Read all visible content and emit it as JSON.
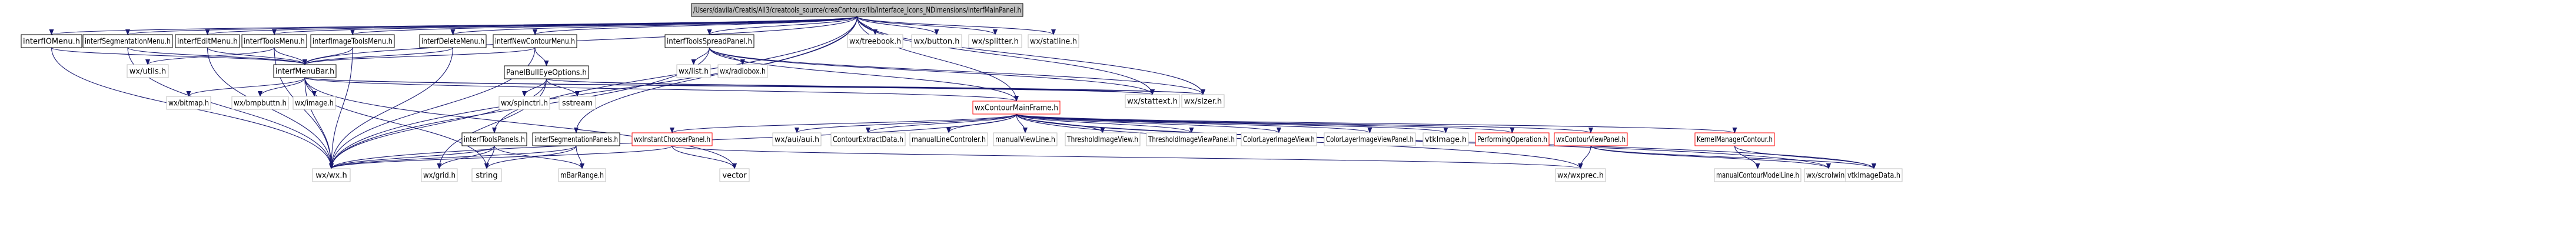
{
  "graph": {
    "colors": {
      "edge": "#191970",
      "root_fill": "#bfbfbf",
      "node_fill": "#ffffff",
      "node_border_black": "#000000",
      "node_border_grey": "#bfbfbf",
      "node_border_red": "#ff0000",
      "text": "#000000"
    },
    "nodes": [
      {
        "id": "root",
        "label": "/Users/davila/Creatis/All3/creatools_source/creaContours/lib/Interface_Icons_NDimensions/interfMainPanel.h",
        "style": "root"
      },
      {
        "id": "io",
        "label": "interfIOMenu.h",
        "style": "black"
      },
      {
        "id": "seg",
        "label": "interfSegmentationMenu.h",
        "style": "black"
      },
      {
        "id": "edit",
        "label": "interfEditMenu.h",
        "style": "black"
      },
      {
        "id": "tools",
        "label": "interfToolsMenu.h",
        "style": "black"
      },
      {
        "id": "imgtools",
        "label": "interfImageToolsMenu.h",
        "style": "black"
      },
      {
        "id": "delete",
        "label": "interfDeleteMenu.h",
        "style": "black"
      },
      {
        "id": "newcontour",
        "label": "interfNewContourMenu.h",
        "style": "black"
      },
      {
        "id": "spread",
        "label": "interfToolsSpreadPanel.h",
        "style": "black"
      },
      {
        "id": "treebook",
        "label": "wx/treebook.h",
        "style": "grey"
      },
      {
        "id": "button",
        "label": "wx/button.h",
        "style": "grey"
      },
      {
        "id": "splitter",
        "label": "wx/splitter.h",
        "style": "grey"
      },
      {
        "id": "statline",
        "label": "wx/statline.h",
        "style": "grey"
      },
      {
        "id": "menubar",
        "label": "interfMenuBar.h",
        "style": "black"
      },
      {
        "id": "utils",
        "label": "wx/utils.h",
        "style": "grey"
      },
      {
        "id": "list",
        "label": "wx/list.h",
        "style": "grey"
      },
      {
        "id": "radiobox",
        "label": "wx/radiobox.h",
        "style": "grey"
      },
      {
        "id": "bullseye",
        "label": "PanelBullEyeOptions.h",
        "style": "black"
      },
      {
        "id": "stattext",
        "label": "wx/stattext.h",
        "style": "grey"
      },
      {
        "id": "sizer",
        "label": "wx/sizer.h",
        "style": "grey"
      },
      {
        "id": "bitmap",
        "label": "wx/bitmap.h",
        "style": "grey"
      },
      {
        "id": "bmpbuttn",
        "label": "wx/bmpbuttn.h",
        "style": "grey"
      },
      {
        "id": "image",
        "label": "wx/image.h",
        "style": "grey"
      },
      {
        "id": "spinctrl",
        "label": "wx/spinctrl.h",
        "style": "grey"
      },
      {
        "id": "sstream",
        "label": "sstream",
        "style": "grey"
      },
      {
        "id": "mainframe",
        "label": "wxContourMainFrame.h",
        "style": "red"
      },
      {
        "id": "auiaui",
        "label": "wx/aui/aui.h",
        "style": "grey"
      },
      {
        "id": "extractdata",
        "label": "ContourExtractData.h",
        "style": "grey"
      },
      {
        "id": "linecontroler",
        "label": "manualLineControler.h",
        "style": "grey"
      },
      {
        "id": "viewline",
        "label": "manualViewLine.h",
        "style": "grey"
      },
      {
        "id": "threshview",
        "label": "ThresholdImageView.h",
        "style": "grey"
      },
      {
        "id": "threshpanel",
        "label": "ThresholdImageViewPanel.h",
        "style": "grey"
      },
      {
        "id": "colorview",
        "label": "ColorLayerImageView.h",
        "style": "grey"
      },
      {
        "id": "colorpanel",
        "label": "ColorLayerImageViewPanel.h",
        "style": "grey"
      },
      {
        "id": "vtkimage",
        "label": "vtkImage.h",
        "style": "grey"
      },
      {
        "id": "performing",
        "label": "PerformingOperation.h",
        "style": "red"
      },
      {
        "id": "viewpanel",
        "label": "wxContourViewPanel.h",
        "style": "red"
      },
      {
        "id": "kernel",
        "label": "KernelManagerContour.h",
        "style": "red"
      },
      {
        "id": "toolspanels",
        "label": "interfToolsPanels.h",
        "style": "black"
      },
      {
        "id": "segpanels",
        "label": "interfSegmentationPanels.h",
        "style": "black"
      },
      {
        "id": "chooser",
        "label": "wxInstantChooserPanel.h",
        "style": "red"
      },
      {
        "id": "wxh",
        "label": "wx/wx.h",
        "style": "grey"
      },
      {
        "id": "grid",
        "label": "wx/grid.h",
        "style": "grey"
      },
      {
        "id": "string",
        "label": "string",
        "style": "grey"
      },
      {
        "id": "mbarrange",
        "label": "mBarRange.h",
        "style": "grey"
      },
      {
        "id": "vector",
        "label": "vector",
        "style": "grey"
      },
      {
        "id": "wxvprec",
        "label": "wx/wxprec.h",
        "style": "grey"
      },
      {
        "id": "modelline",
        "label": "manualContourModelLine.h",
        "style": "grey"
      },
      {
        "id": "scrolwin",
        "label": "wx/scrolwin.h",
        "style": "grey"
      },
      {
        "id": "vtkimagedata",
        "label": "vtkImageData.h",
        "style": "grey"
      }
    ],
    "edges": [
      [
        "root",
        "io"
      ],
      [
        "root",
        "seg"
      ],
      [
        "root",
        "edit"
      ],
      [
        "root",
        "tools"
      ],
      [
        "root",
        "imgtools"
      ],
      [
        "root",
        "delete"
      ],
      [
        "root",
        "newcontour"
      ],
      [
        "root",
        "spread"
      ],
      [
        "root",
        "treebook"
      ],
      [
        "root",
        "button"
      ],
      [
        "root",
        "splitter"
      ],
      [
        "root",
        "statline"
      ],
      [
        "root",
        "wxh"
      ],
      [
        "root",
        "toolspanels"
      ],
      [
        "root",
        "segpanels"
      ],
      [
        "root",
        "mainframe"
      ],
      [
        "root",
        "menubar"
      ],
      [
        "root",
        "stattext"
      ],
      [
        "root",
        "sizer"
      ],
      [
        "io",
        "menubar"
      ],
      [
        "io",
        "wxh"
      ],
      [
        "seg",
        "menubar"
      ],
      [
        "seg",
        "wxh"
      ],
      [
        "edit",
        "menubar"
      ],
      [
        "edit",
        "wxh"
      ],
      [
        "tools",
        "menubar"
      ],
      [
        "tools",
        "wxh"
      ],
      [
        "tools",
        "utils"
      ],
      [
        "imgtools",
        "menubar"
      ],
      [
        "imgtools",
        "wxh"
      ],
      [
        "delete",
        "menubar"
      ],
      [
        "delete",
        "wxh"
      ],
      [
        "newcontour",
        "menubar"
      ],
      [
        "newcontour",
        "wxh"
      ],
      [
        "newcontour",
        "bullseye"
      ],
      [
        "spread",
        "list"
      ],
      [
        "spread",
        "radiobox"
      ],
      [
        "spread",
        "wxh"
      ],
      [
        "spread",
        "stattext"
      ],
      [
        "spread",
        "sizer"
      ],
      [
        "spread",
        "mainframe"
      ],
      [
        "menubar",
        "bitmap"
      ],
      [
        "menubar",
        "bmpbuttn"
      ],
      [
        "menubar",
        "image"
      ],
      [
        "menubar",
        "stattext"
      ],
      [
        "menubar",
        "sizer"
      ],
      [
        "menubar",
        "wxh"
      ],
      [
        "menubar",
        "string"
      ],
      [
        "menubar",
        "vector"
      ],
      [
        "menubar",
        "mainframe"
      ],
      [
        "bullseye",
        "spinctrl"
      ],
      [
        "bullseye",
        "sstream"
      ],
      [
        "bullseye",
        "stattext"
      ],
      [
        "bullseye",
        "sizer"
      ],
      [
        "bullseye",
        "wxh"
      ],
      [
        "bullseye",
        "grid"
      ],
      [
        "mainframe",
        "auiaui"
      ],
      [
        "mainframe",
        "extractdata"
      ],
      [
        "mainframe",
        "linecontroler"
      ],
      [
        "mainframe",
        "viewline"
      ],
      [
        "mainframe",
        "threshview"
      ],
      [
        "mainframe",
        "threshpanel"
      ],
      [
        "mainframe",
        "colorview"
      ],
      [
        "mainframe",
        "colorpanel"
      ],
      [
        "mainframe",
        "vtkimage"
      ],
      [
        "mainframe",
        "performing"
      ],
      [
        "mainframe",
        "viewpanel"
      ],
      [
        "mainframe",
        "kernel"
      ],
      [
        "mainframe",
        "chooser"
      ],
      [
        "mainframe",
        "wxh"
      ],
      [
        "mainframe",
        "wxvprec"
      ],
      [
        "mainframe",
        "scrolwin"
      ],
      [
        "mainframe",
        "vtkimagedata"
      ],
      [
        "viewpanel",
        "wxvprec"
      ],
      [
        "viewpanel",
        "scrolwin"
      ],
      [
        "viewpanel",
        "vtkimagedata"
      ],
      [
        "kernel",
        "modelline"
      ],
      [
        "kernel",
        "vtkimagedata"
      ],
      [
        "toolspanels",
        "wxh"
      ],
      [
        "toolspanels",
        "grid"
      ],
      [
        "toolspanels",
        "string"
      ],
      [
        "toolspanels",
        "mbarrange"
      ],
      [
        "segpanels",
        "wxh"
      ],
      [
        "segpanels",
        "mbarrange"
      ],
      [
        "segpanels",
        "string"
      ],
      [
        "chooser",
        "wxh"
      ],
      [
        "chooser",
        "vector"
      ],
      [
        "chooser",
        "wxvprec"
      ]
    ]
  }
}
